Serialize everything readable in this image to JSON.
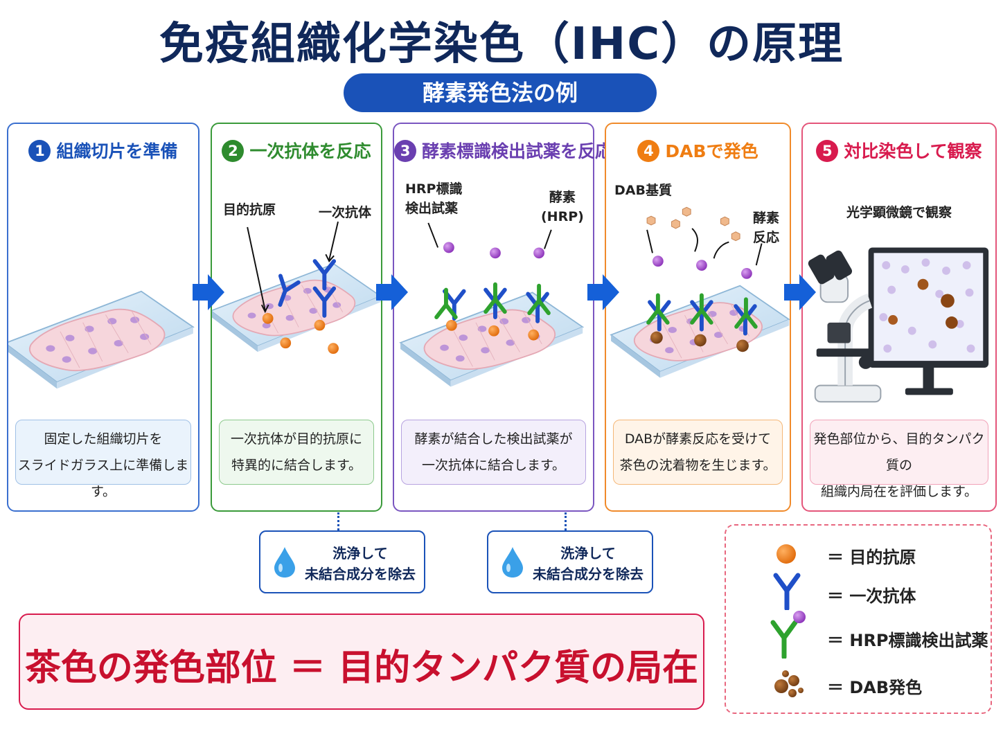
{
  "title": "免疫組織化学染色（IHC）の原理",
  "subtitle": "酵素発色法の例",
  "colors": {
    "blue": "#1a52b8",
    "green": "#2e8b2e",
    "purple": "#6a3fb0",
    "orange": "#ef7d12",
    "pink": "#d81b4e"
  },
  "steps": [
    {
      "num": "1",
      "title": "組織切片を準備",
      "desc": [
        "固定した組織切片を",
        "スライドガラス上に準備します。"
      ]
    },
    {
      "num": "2",
      "title": "一次抗体を反応",
      "desc": [
        "一次抗体が目的抗原に",
        "特異的に結合します。"
      ],
      "labels": {
        "antigen": "目的抗原",
        "primary": "一次抗体"
      }
    },
    {
      "num": "3",
      "title": "酵素標識検出試薬を反応",
      "desc": [
        "酵素が結合した検出試薬が",
        "一次抗体に結合します。"
      ],
      "labels": {
        "hrp_line1": "HRP標識",
        "hrp_line2": "検出試薬",
        "enzyme_line1": "酵素",
        "enzyme_line2": "(HRP)"
      }
    },
    {
      "num": "4",
      "title": "DABで発色",
      "desc": [
        "DABが酵素反応を受けて",
        "茶色の沈着物を生じます。"
      ],
      "labels": {
        "substrate": "DAB基質",
        "reaction_line1": "酵素",
        "reaction_line2": "反応"
      }
    },
    {
      "num": "5",
      "title": "対比染色して観察",
      "desc": [
        "発色部位から、目的タンパク質の",
        "組織内局在を評価します。"
      ],
      "labels": {
        "microscope": "光学顕微鏡で観察"
      }
    }
  ],
  "wash": {
    "line1": "洗浄して",
    "line2": "未結合成分を除去"
  },
  "conclusion": "茶色の発色部位 ＝ 目的タンパク質の局在",
  "legend": [
    {
      "icon": "antigen-dot",
      "text": "＝  目的抗原"
    },
    {
      "icon": "primary-antibody",
      "text": "＝  一次抗体"
    },
    {
      "icon": "hrp-reagent",
      "text": "＝  HRP標識検出試薬"
    },
    {
      "icon": "dab-precipitate",
      "text": "＝  DAB発色"
    }
  ]
}
